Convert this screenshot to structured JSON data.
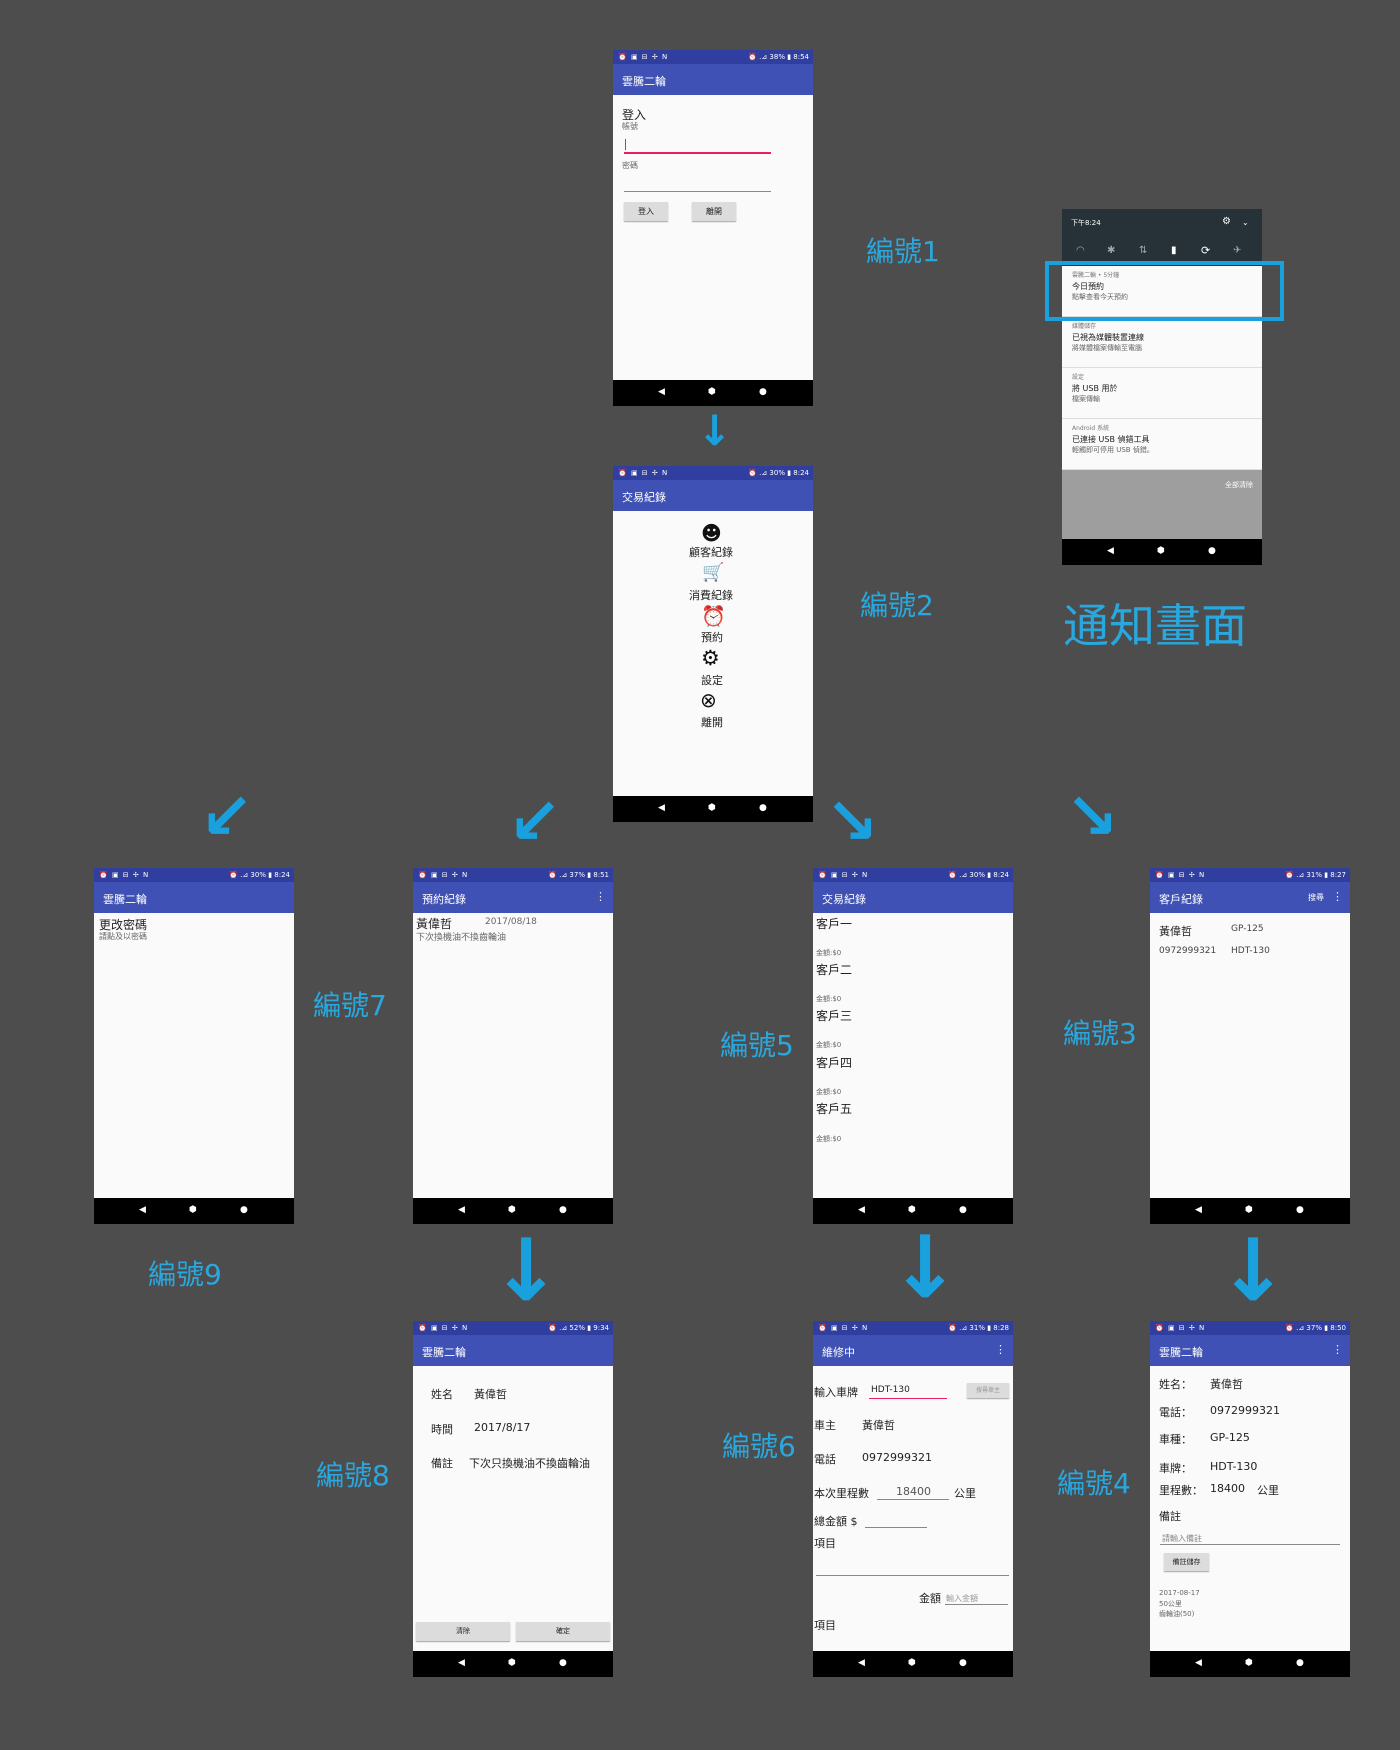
{
  "labels": {
    "s1": "編號1",
    "s2": "編號2",
    "s3": "編號3",
    "s4": "編號4",
    "s5": "編號5",
    "s6": "編號6",
    "s7": "編號7",
    "s8": "編號8",
    "s9": "編號9",
    "notify": "通知畫面"
  },
  "status": {
    "left": "⏰ ▣ ⊟ ✢ N",
    "p1": "⏰ .⊿ 38% ▮ 8:54",
    "p2": "⏰ .⊿ 30% ▮ 8:24",
    "p9": "⏰ .⊿ 30% ▮ 8:24",
    "p7": "⏰ .⊿ 37% ▮ 8:51",
    "p5": "⏰ .⊿ 30% ▮ 8:24",
    "p3": "⏰ .⊿ 31% ▮ 8:27",
    "p8": "⏰ .⊿ 52% ▮ 9:34",
    "p6": "⏰ .⊿ 31% ▮ 8:28",
    "p4": "⏰ .⊿ 37% ▮ 8:50"
  },
  "screen1": {
    "title": "雲騰二輪",
    "heading": "登入",
    "account": "帳號",
    "password": "密碼",
    "login_btn": "登入",
    "exit_btn": "離開"
  },
  "screen2": {
    "title": "交易紀錄",
    "menu": [
      "顧客紀錄",
      "消費紀錄",
      "預約",
      "設定",
      "離開"
    ]
  },
  "screen9": {
    "title": "雲騰二輪",
    "item": "更改密碼",
    "hint": "請點及以密碼"
  },
  "screen7": {
    "title": "預約紀錄",
    "name": "黃偉哲",
    "date": "2017/08/18",
    "note": "下次換機油不換齒輪油"
  },
  "screen5": {
    "title": "交易紀錄",
    "customers": [
      {
        "name": "客戶一",
        "amount": "金額:$0"
      },
      {
        "name": "客戶二",
        "amount": "金額:$0"
      },
      {
        "name": "客戶三",
        "amount": "金額:$0"
      },
      {
        "name": "客戶四",
        "amount": "金額:$0"
      },
      {
        "name": "客戶五",
        "amount": "金額:$0"
      }
    ]
  },
  "screen3": {
    "title": "客戶紀錄",
    "search": "搜尋",
    "name": "黃偉哲",
    "model": "GP-125",
    "phone": "0972999321",
    "plate": "HDT-130"
  },
  "screen8": {
    "title": "雲騰二輪",
    "name_label": "姓名",
    "name": "黃偉哲",
    "time_label": "時間",
    "time": "2017/8/17",
    "note_label": "備註",
    "note": "下次只換機油不換齒輪油",
    "clear_btn": "清除",
    "ok_btn": "確定"
  },
  "screen6": {
    "title": "維修中",
    "plate_label": "輸入車牌",
    "plate": "HDT-130",
    "search_btn": "搜尋車主",
    "owner_label": "車主",
    "owner": "黃偉哲",
    "phone_label": "電話",
    "phone": "0972999321",
    "mileage_label": "本次里程數",
    "mileage": "18400",
    "km": "公里",
    "total_label": "總金額 $",
    "item_label": "項目",
    "amount_label": "金額",
    "amount_placeholder": "輸入金額",
    "item_label2": "項目"
  },
  "screen4": {
    "title": "雲騰二輪",
    "name_label": "姓名：",
    "name": "黃偉哲",
    "phone_label": "電話：",
    "phone": "0972999321",
    "model_label": "車種：",
    "model": "GP-125",
    "plate_label": "車牌：",
    "plate": "HDT-130",
    "mileage_label": "里程數：",
    "mileage": "18400",
    "km": "公里",
    "note_label": "備註",
    "note_placeholder": "請輸入備註",
    "save_btn": "備註儲存",
    "history": [
      "2017-08-17",
      "50公里",
      "齒輪油(50)"
    ]
  },
  "notification": {
    "time": "下午8:24",
    "cards": [
      {
        "app": "雲騰二輪 • 5分鐘",
        "title": "今日預約",
        "text": "點擊查看今天預約"
      },
      {
        "app": "媒體儲存",
        "title": "已視為媒體裝置連線",
        "text": "將媒體檔案傳輸至電腦"
      },
      {
        "app": "設定",
        "title": "將 USB 用於",
        "text": "檔案傳輸"
      },
      {
        "app": "Android 系統",
        "title": "已連接 USB 偵錯工具",
        "text": "輕觸即可停用 USB 偵錯。"
      }
    ],
    "clear_all": "全部清除"
  },
  "colors": {
    "app_bar": "#3f51b5",
    "status_bar": "#303f9f",
    "label": "#29a8e0",
    "highlight": "#1aa0dc",
    "background": "#4d4d4d"
  }
}
